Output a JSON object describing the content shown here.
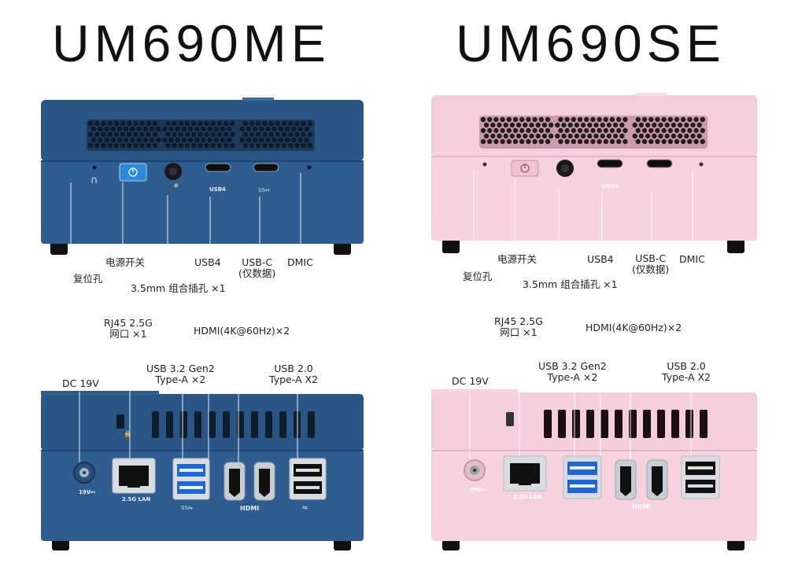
{
  "models": [
    {
      "id": "me",
      "title": "UM690ME",
      "colors": {
        "body": "#2f5d8f",
        "body_dark": "#244a74",
        "body_light": "#3b6ea3",
        "accent": "#2e89d9",
        "leader": "#ffffff"
      },
      "front_labels": {
        "reset": "复位孔",
        "power": "电源开关",
        "audio": "3.5mm 组合插孔 ×1",
        "usb4": "USB4",
        "usbc_line1": "USB-C",
        "usbc_line2": "(仅数据)",
        "dmic": "DMIC"
      },
      "front_print": {
        "usb4": "USB4"
      },
      "rear_labels": {
        "rj45_line1": "RJ45 2.5G",
        "rj45_line2": "网口 ×1",
        "hdmi": "HDMI(4K@60Hz)×2",
        "usb32_line1": "USB 3.2 Gen2",
        "usb32_line2": "Type-A ×2",
        "usb20_line1": "USB 2.0",
        "usb20_line2": "Type-A X2",
        "dc": "DC 19V"
      },
      "rear_print": {
        "dc": "19V⎓",
        "lan": "2.5G LAN",
        "hdmi": "HDMI"
      }
    },
    {
      "id": "se",
      "title": "UM690SE",
      "colors": {
        "body": "#f3c9d9",
        "body_dark": "#e4b4c6",
        "body_light": "#f8d8e4",
        "accent": "#2e6fd9",
        "leader": "#ffffff"
      },
      "front_labels": {
        "reset": "复位孔",
        "power": "电源开关",
        "audio": "3.5mm 组合插孔 ×1",
        "usb4": "USB4",
        "usbc_line1": "USB-C",
        "usbc_line2": "(仅数据)",
        "dmic": "DMIC"
      },
      "front_print": {
        "usb4": "USB4"
      },
      "rear_labels": {
        "rj45_line1": "RJ45 2.5G",
        "rj45_line2": "网口 ×1",
        "hdmi": "HDMI(4K@60Hz)×2",
        "usb32_line1": "USB 3.2 Gen2",
        "usb32_line2": "Type-A ×2",
        "usb20_line1": "USB 2.0",
        "usb20_line2": "Type-A X2",
        "dc": "DC 19V"
      },
      "rear_print": {
        "dc": "19V⎓",
        "lan": "2.5G LAN",
        "hdmi": "HDMI"
      }
    }
  ]
}
